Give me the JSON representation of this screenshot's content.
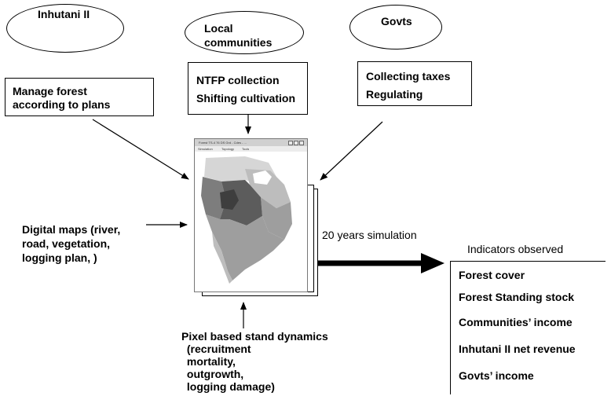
{
  "actors": {
    "inhutani": {
      "name": "Inhutani II",
      "role_lines": [
        "Manage forest",
        "according to plans"
      ]
    },
    "communities": {
      "name_lines": [
        "Local",
        "communities"
      ],
      "role_lines": [
        "NTFP collection",
        "Shifting cultivation"
      ]
    },
    "govts": {
      "name": "Govts",
      "role_lines": [
        "Collecting taxes",
        "Regulating"
      ]
    }
  },
  "inputs": {
    "digital_maps_lines": [
      "Digital maps (river,",
      "road, vegetation,",
      "logging plan,   )"
    ]
  },
  "model": {
    "window_title": "Forest TS-4 76 DS Grd - Cdes - ...",
    "menu_items": [
      "Simulation",
      "Topology",
      "Tools"
    ],
    "stand_dynamics_lines": [
      "Pixel based stand dynamics",
      " (recruitment",
      " mortality,",
      " outgrowth,",
      " logging damage)"
    ]
  },
  "simulation": {
    "label": "20 years simulation"
  },
  "indicators": {
    "header": "Indicators observed",
    "items": [
      "Forest cover",
      "Forest Standing stock",
      "Communities’ income",
      "Inhutani II net revenue",
      "Govts’ income"
    ]
  },
  "map_colors": [
    "#bdbdbd",
    "#9e9e9e",
    "#7d7d7d",
    "#5c5c5c",
    "#3e3e3e",
    "#d6d6d6"
  ]
}
